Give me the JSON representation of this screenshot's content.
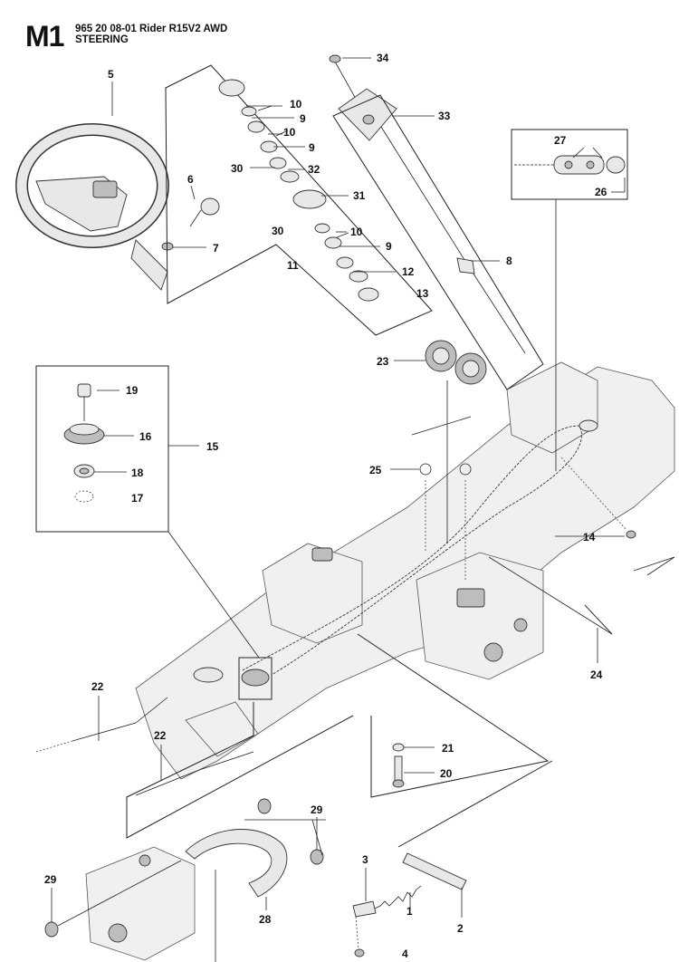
{
  "header": {
    "section_code": "M1",
    "model_line": "965 20 08-01 Rider R15V2 AWD",
    "section_title": "STEERING"
  },
  "callouts": {
    "n1": "1",
    "n2": "2",
    "n3": "3",
    "n4": "4",
    "n5": "5",
    "n6": "6",
    "n7": "7",
    "n8": "8",
    "n9a": "9",
    "n9b": "9",
    "n9c": "9",
    "n10a": "10",
    "n10b": "10",
    "n10c": "10",
    "n11": "11",
    "n12": "12",
    "n13": "13",
    "n14": "14",
    "n15": "15",
    "n16": "16",
    "n17": "17",
    "n18": "18",
    "n19": "19",
    "n20": "20",
    "n21": "21",
    "n22a": "22",
    "n22b": "22",
    "n23": "23",
    "n24": "24",
    "n25": "25",
    "n26": "26",
    "n27": "27",
    "n28": "28",
    "n29a": "29",
    "n29b": "29",
    "n30a": "30",
    "n30b": "30",
    "n31": "31",
    "n32": "32",
    "n33": "33",
    "n34": "34"
  }
}
